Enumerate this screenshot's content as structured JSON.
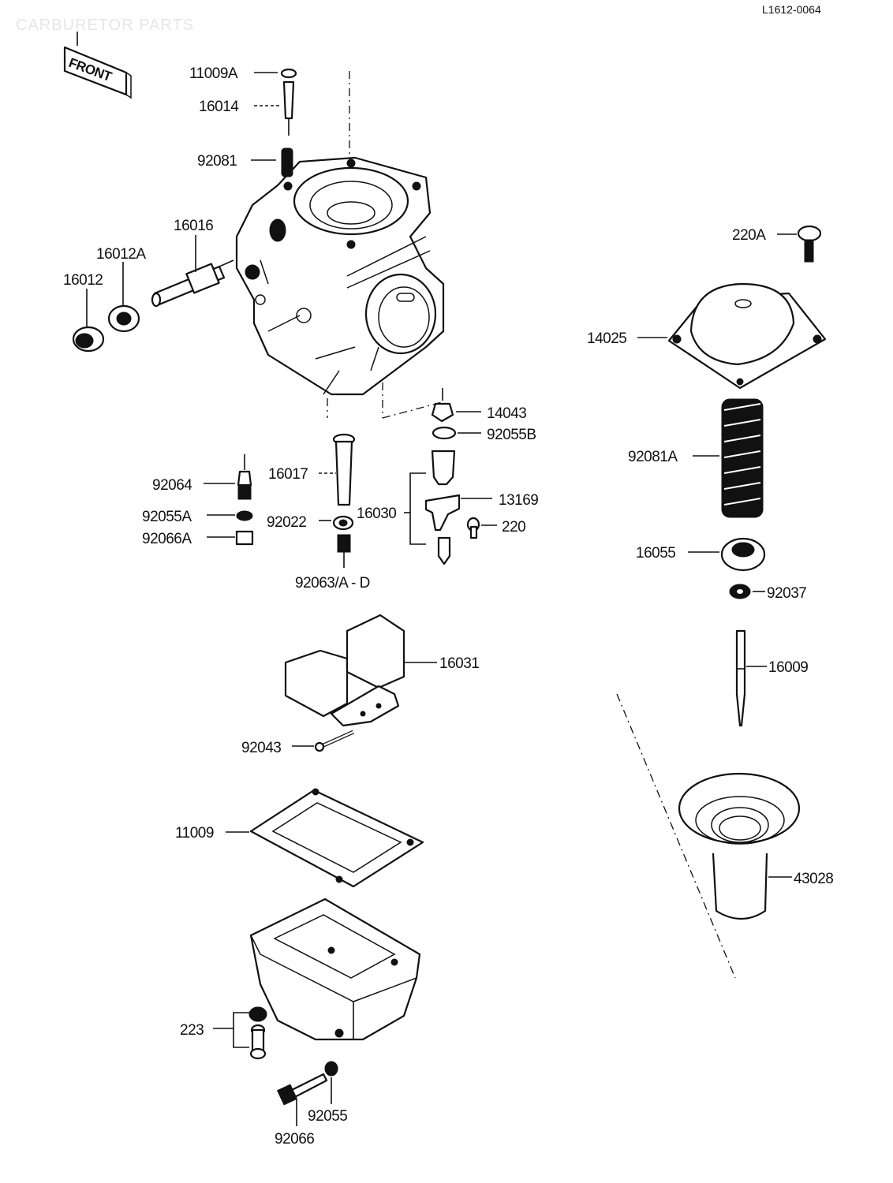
{
  "diagram": {
    "title": "CARBURETOR PARTS",
    "figure_code": "L1612-0064",
    "front_sign": "FRONT",
    "labels": {
      "p11009A": "11009A",
      "p16014": "16014",
      "p92081": "92081",
      "p16016": "16016",
      "p16012A": "16012A",
      "p16012": "16012",
      "p220A": "220A",
      "p14025": "14025",
      "p14043": "14043",
      "p92055B": "92055B",
      "p92081A": "92081A",
      "p16017": "16017",
      "p92064": "92064",
      "p92055A": "92055A",
      "p92066A": "92066A",
      "p92022": "92022",
      "p16030": "16030",
      "p13169": "13169",
      "p220": "220",
      "p92063": "92063/A - D",
      "p16055": "16055",
      "p92037": "92037",
      "p16031": "16031",
      "p16009": "16009",
      "p92043": "92043",
      "p11009": "11009",
      "p43028": "43028",
      "p223": "223",
      "p92055": "92055",
      "p92066": "92066"
    }
  }
}
